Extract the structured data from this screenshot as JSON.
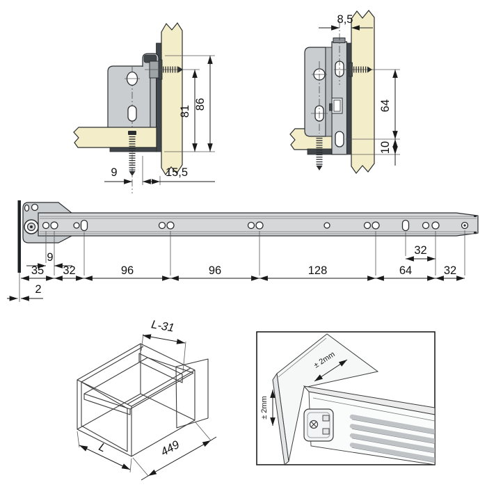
{
  "top_left_view": {
    "height_hook": "86",
    "height_screw": "81",
    "screw_offset": "9",
    "front_gap": "15,5"
  },
  "top_right_view": {
    "side_gap": "8,5",
    "hole_distance": "64",
    "bottom_edge": "10"
  },
  "rail_view": {
    "hole_pair": "9",
    "front_thickness": "2",
    "segments": [
      "35",
      "32",
      "96",
      "96",
      "128",
      "64",
      "32"
    ],
    "upper_span": "32"
  },
  "drawer_view": {
    "inner_width": "L-31",
    "outer_width": "L",
    "length": "449"
  },
  "tolerance_view": {
    "diagonal": "± 2mm",
    "vertical": "± 2mm"
  }
}
